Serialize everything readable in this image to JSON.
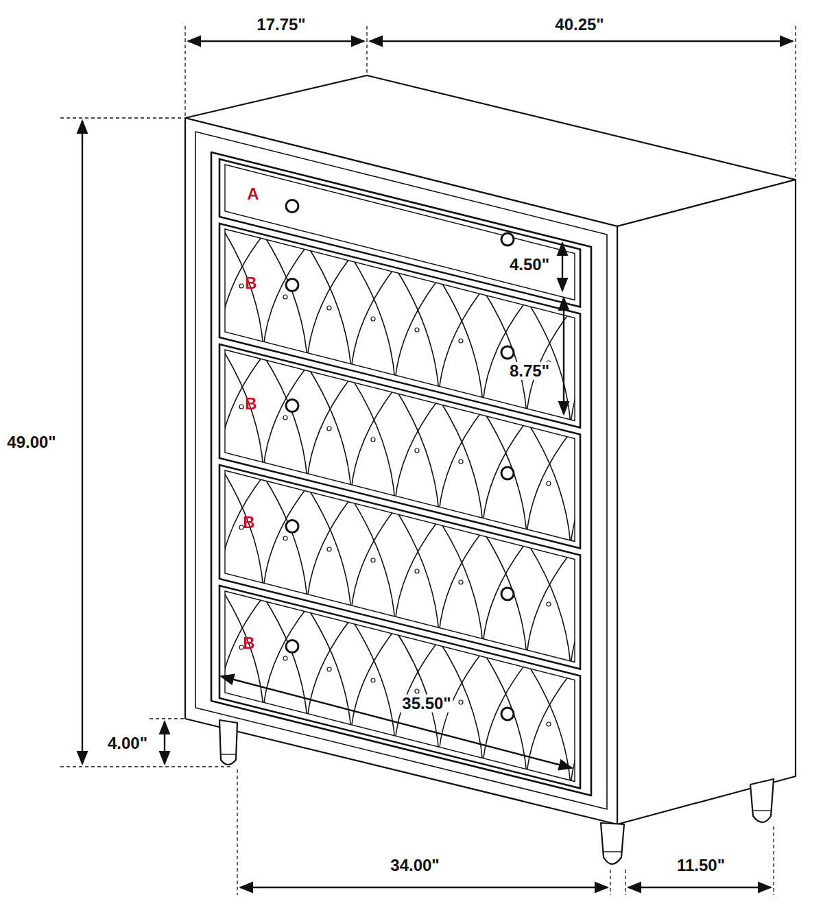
{
  "diagram": {
    "labels": [
      "17.75\"",
      "40.25\"",
      "49.00\"",
      "A",
      "B",
      "B",
      "B",
      "B",
      "4.50\"",
      "8.75\"",
      "35.50\"",
      "4.00\"",
      "34.00\"",
      "11.50\""
    ]
  }
}
